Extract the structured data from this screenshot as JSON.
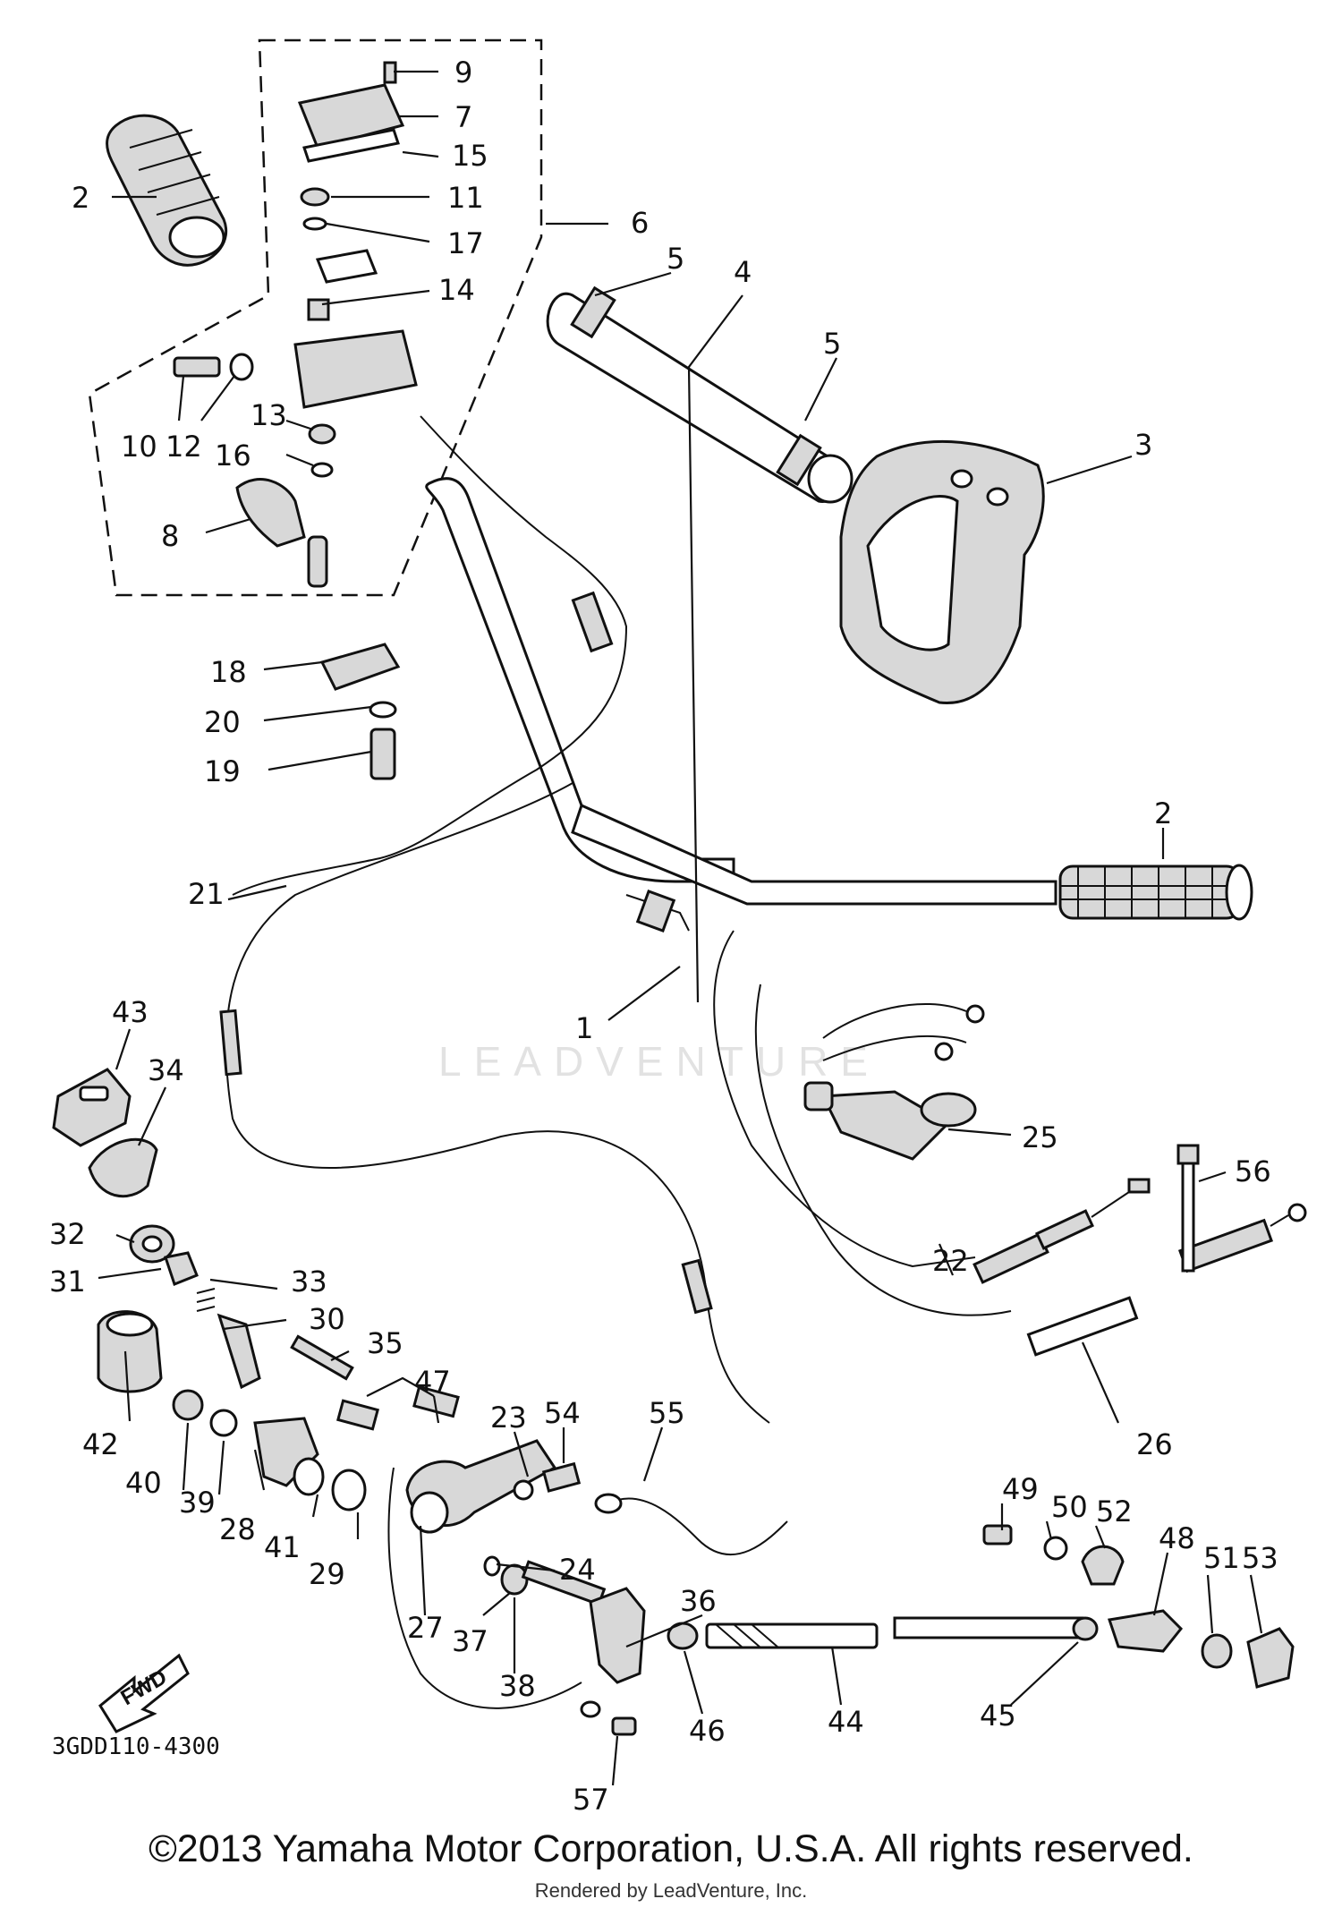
{
  "diagram": {
    "part_code": "3GDD110-4300",
    "direction_label": "FWD",
    "watermark": "LEADVENTURE",
    "callouts": [
      "9",
      "7",
      "15",
      "11",
      "17",
      "6",
      "14",
      "2",
      "10",
      "12",
      "13",
      "16",
      "8",
      "5",
      "4",
      "5",
      "3",
      "18",
      "20",
      "19",
      "2",
      "21",
      "1",
      "43",
      "34",
      "25",
      "56",
      "32",
      "31",
      "33",
      "30",
      "22",
      "35",
      "47",
      "23",
      "54",
      "55",
      "42",
      "40",
      "39",
      "28",
      "41",
      "29",
      "26",
      "49",
      "50",
      "52",
      "48",
      "51",
      "53",
      "24",
      "27",
      "37",
      "36",
      "38",
      "46",
      "44",
      "45",
      "57"
    ]
  },
  "footer": {
    "copyright": "©2013 Yamaha Motor Corporation, U.S.A. All rights reserved.",
    "rendered_by": "Rendered by LeadVenture, Inc."
  }
}
